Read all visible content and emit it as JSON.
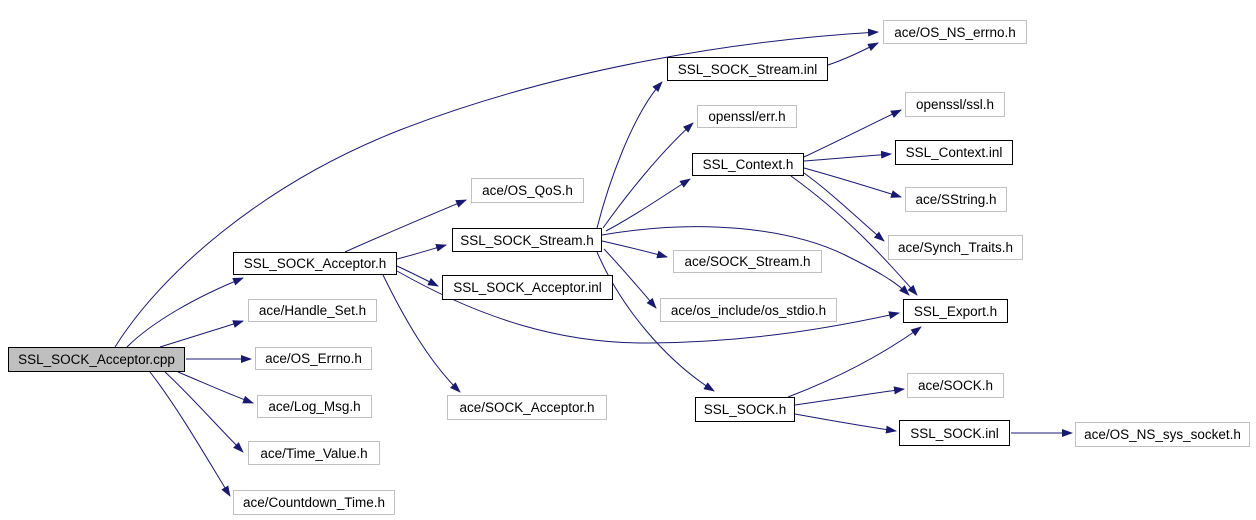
{
  "diagram": {
    "type": "include-dependency-graph",
    "root_file": "SSL_SOCK_Acceptor.cpp",
    "colors": {
      "edge": "#191970",
      "linked_node_border": "#000000",
      "external_node_border": "#c0c0c0",
      "root_node_fill": "#bfbfbf",
      "node_fill": "#ffffff",
      "text": "#000000",
      "background": "#ffffff"
    },
    "graph": {
      "nodes": [
        {
          "id": "ssl_sock_acceptor_cpp",
          "label": "SSL_SOCK_Acceptor.cpp",
          "kind": "root"
        },
        {
          "id": "ssl_sock_acceptor_h",
          "label": "SSL_SOCK_Acceptor.h",
          "kind": "linked"
        },
        {
          "id": "ace_handle_set_h",
          "label": "ace/Handle_Set.h",
          "kind": "external"
        },
        {
          "id": "ace_os_errno_h",
          "label": "ace/OS_Errno.h",
          "kind": "external"
        },
        {
          "id": "ace_log_msg_h",
          "label": "ace/Log_Msg.h",
          "kind": "external"
        },
        {
          "id": "ace_time_value_h",
          "label": "ace/Time_Value.h",
          "kind": "external"
        },
        {
          "id": "ace_countdown_time_h",
          "label": "ace/Countdown_Time.h",
          "kind": "external"
        },
        {
          "id": "ace_os_qos_h",
          "label": "ace/OS_QoS.h",
          "kind": "external"
        },
        {
          "id": "ssl_sock_stream_h",
          "label": "SSL_SOCK_Stream.h",
          "kind": "linked"
        },
        {
          "id": "ssl_sock_acceptor_inl",
          "label": "SSL_SOCK_Acceptor.inl",
          "kind": "linked"
        },
        {
          "id": "ace_sock_acceptor_h",
          "label": "ace/SOCK_Acceptor.h",
          "kind": "external"
        },
        {
          "id": "ssl_sock_stream_inl",
          "label": "SSL_SOCK_Stream.inl",
          "kind": "linked"
        },
        {
          "id": "openssl_err_h",
          "label": "openssl/err.h",
          "kind": "external"
        },
        {
          "id": "ace_os_ns_errno_h",
          "label": "ace/OS_NS_errno.h",
          "kind": "external"
        },
        {
          "id": "openssl_ssl_h",
          "label": "openssl/ssl.h",
          "kind": "external"
        },
        {
          "id": "ssl_context_h",
          "label": "SSL_Context.h",
          "kind": "linked"
        },
        {
          "id": "ssl_context_inl",
          "label": "SSL_Context.inl",
          "kind": "linked"
        },
        {
          "id": "ace_sstring_h",
          "label": "ace/SString.h",
          "kind": "external"
        },
        {
          "id": "ace_synch_traits_h",
          "label": "ace/Synch_Traits.h",
          "kind": "external"
        },
        {
          "id": "ace_sock_stream_h",
          "label": "ace/SOCK_Stream.h",
          "kind": "external"
        },
        {
          "id": "ace_os_include_os_stdio_h",
          "label": "ace/os_include/os_stdio.h",
          "kind": "external"
        },
        {
          "id": "ssl_export_h",
          "label": "SSL_Export.h",
          "kind": "linked"
        },
        {
          "id": "ssl_sock_h",
          "label": "SSL_SOCK.h",
          "kind": "linked"
        },
        {
          "id": "ace_sock_h",
          "label": "ace/SOCK.h",
          "kind": "external"
        },
        {
          "id": "ssl_sock_inl",
          "label": "SSL_SOCK.inl",
          "kind": "linked"
        },
        {
          "id": "ace_os_ns_sys_socket_h",
          "label": "ace/OS_NS_sys_socket.h",
          "kind": "external"
        }
      ],
      "edges": [
        {
          "from": "ssl_sock_acceptor_cpp",
          "to": "ssl_sock_acceptor_h"
        },
        {
          "from": "ssl_sock_acceptor_cpp",
          "to": "ace_handle_set_h"
        },
        {
          "from": "ssl_sock_acceptor_cpp",
          "to": "ace_os_errno_h"
        },
        {
          "from": "ssl_sock_acceptor_cpp",
          "to": "ace_log_msg_h"
        },
        {
          "from": "ssl_sock_acceptor_cpp",
          "to": "ace_time_value_h"
        },
        {
          "from": "ssl_sock_acceptor_cpp",
          "to": "ace_countdown_time_h"
        },
        {
          "from": "ssl_sock_acceptor_cpp",
          "to": "ace_os_ns_errno_h"
        },
        {
          "from": "ssl_sock_acceptor_h",
          "to": "ace_os_qos_h"
        },
        {
          "from": "ssl_sock_acceptor_h",
          "to": "ssl_sock_stream_h"
        },
        {
          "from": "ssl_sock_acceptor_h",
          "to": "ssl_sock_acceptor_inl"
        },
        {
          "from": "ssl_sock_acceptor_h",
          "to": "ace_sock_acceptor_h"
        },
        {
          "from": "ssl_sock_acceptor_h",
          "to": "ssl_export_h"
        },
        {
          "from": "ssl_sock_stream_h",
          "to": "ssl_sock_stream_inl"
        },
        {
          "from": "ssl_sock_stream_h",
          "to": "openssl_err_h"
        },
        {
          "from": "ssl_sock_stream_h",
          "to": "ssl_context_h"
        },
        {
          "from": "ssl_sock_stream_h",
          "to": "ace_sock_stream_h"
        },
        {
          "from": "ssl_sock_stream_h",
          "to": "ace_os_include_os_stdio_h"
        },
        {
          "from": "ssl_sock_stream_h",
          "to": "ssl_sock_h"
        },
        {
          "from": "ssl_sock_stream_h",
          "to": "ssl_export_h"
        },
        {
          "from": "ssl_sock_stream_inl",
          "to": "ace_os_ns_errno_h"
        },
        {
          "from": "ssl_context_h",
          "to": "openssl_ssl_h"
        },
        {
          "from": "ssl_context_h",
          "to": "ssl_context_inl"
        },
        {
          "from": "ssl_context_h",
          "to": "ace_sstring_h"
        },
        {
          "from": "ssl_context_h",
          "to": "ace_synch_traits_h"
        },
        {
          "from": "ssl_context_h",
          "to": "ssl_export_h"
        },
        {
          "from": "ssl_sock_h",
          "to": "ace_sock_h"
        },
        {
          "from": "ssl_sock_h",
          "to": "ssl_sock_inl"
        },
        {
          "from": "ssl_sock_h",
          "to": "ssl_export_h"
        },
        {
          "from": "ssl_sock_inl",
          "to": "ace_os_ns_sys_socket_h"
        }
      ]
    }
  }
}
